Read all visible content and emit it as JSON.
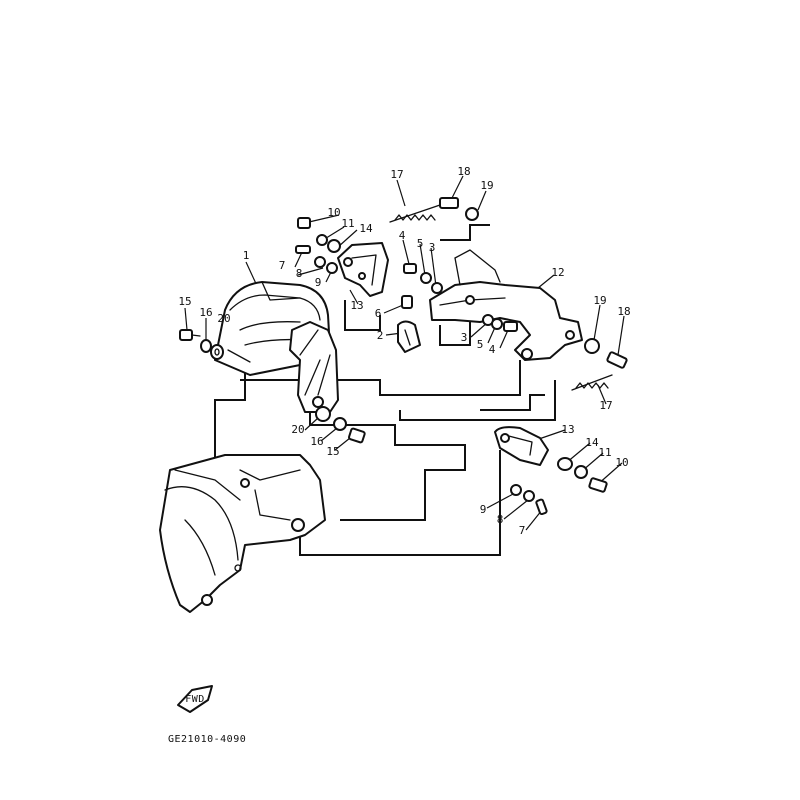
{
  "diagram": {
    "drawing_code": "GE21010-4090",
    "fwd_label": "FWD",
    "callouts": {
      "c1": "1",
      "c2": "2",
      "c3a": "3",
      "c3b": "3",
      "c4a": "4",
      "c4b": "4",
      "c5a": "5",
      "c5b": "5",
      "c6": "6",
      "c7a": "7",
      "c7b": "7",
      "c8a": "8",
      "c8b": "8",
      "c9a": "9",
      "c9b": "9",
      "c10a": "10",
      "c10b": "10",
      "c11a": "11",
      "c11b": "11",
      "c12": "12",
      "c13a": "13",
      "c13b": "13",
      "c14a": "14",
      "c14b": "14",
      "c15a": "15",
      "c15b": "15",
      "c16a": "16",
      "c16b": "16",
      "c17a": "17",
      "c17b": "17",
      "c18a": "18",
      "c18b": "18",
      "c19a": "19",
      "c19b": "19",
      "c20a": "20",
      "c20b": "20"
    }
  }
}
